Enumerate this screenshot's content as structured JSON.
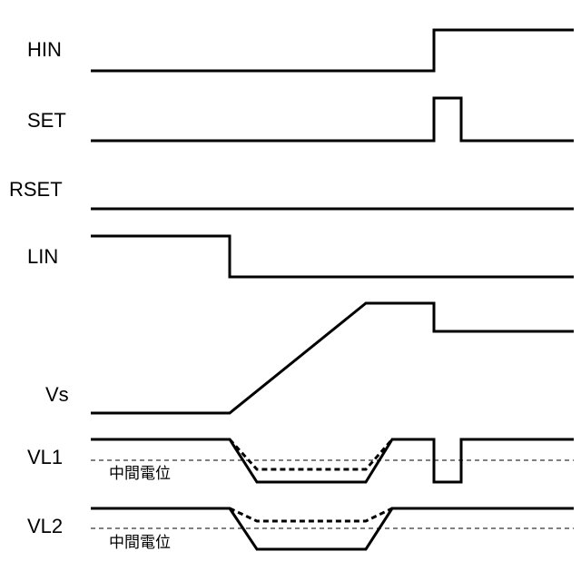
{
  "signals": {
    "hin": "HIN",
    "set": "SET",
    "rset": "RSET",
    "lin": "LIN",
    "vs": "Vs",
    "vl1": "VL1",
    "vl2": "VL2"
  },
  "mid_potential_label": "中間電位",
  "colors": {
    "line": "#000000",
    "background": "#ffffff"
  }
}
